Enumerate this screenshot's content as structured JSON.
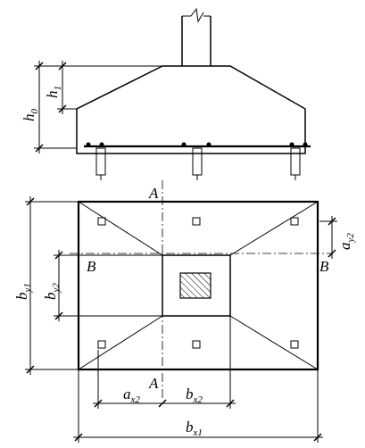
{
  "labels": {
    "h0": {
      "main": "h",
      "sub": "0"
    },
    "h1": {
      "main": "h",
      "sub": "1"
    },
    "by1": {
      "main": "b",
      "sub": "y1"
    },
    "by2": {
      "main": "b",
      "sub": "y2"
    },
    "ay2": {
      "main": "a",
      "sub": "y2"
    },
    "ax2": {
      "main": "a",
      "sub": "x2"
    },
    "bx2": {
      "main": "b",
      "sub": "x2"
    },
    "bx1": {
      "main": "b",
      "sub": "x1"
    },
    "sectionA": "A",
    "sectionB": "B"
  }
}
